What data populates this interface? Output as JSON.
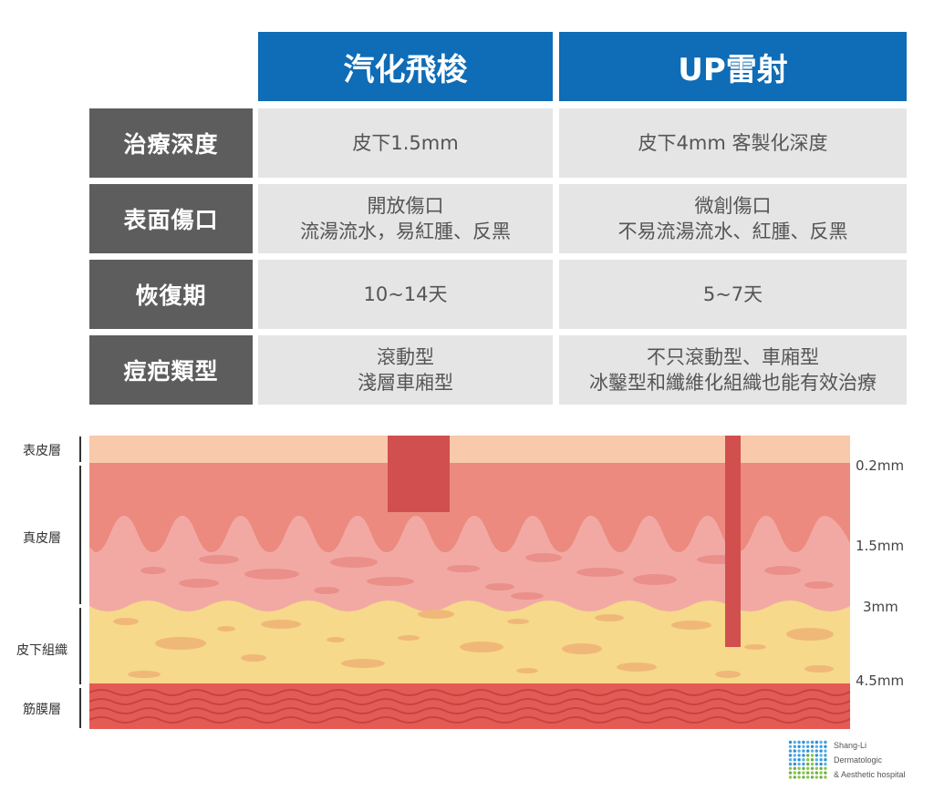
{
  "table": {
    "headers": [
      "汽化飛梭",
      "UP雷射"
    ],
    "rows": [
      {
        "label": "治療深度",
        "col1": [
          "皮下1.5mm"
        ],
        "col2": [
          "皮下4mm 客製化深度"
        ]
      },
      {
        "label": "表面傷口",
        "col1": [
          "開放傷口",
          "流湯流水，易紅腫、反黑"
        ],
        "col2": [
          "微創傷口",
          "不易流湯流水、紅腫、反黑"
        ]
      },
      {
        "label": "恢復期",
        "col1": [
          "10~14天"
        ],
        "col2": [
          "5~7天"
        ]
      },
      {
        "label": "痘疤類型",
        "col1": [
          "滾動型",
          "淺層車廂型"
        ],
        "col2": [
          "不只滾動型、車廂型",
          "冰鑿型和纖維化組織也能有效治療"
        ]
      }
    ]
  },
  "diagram": {
    "layers": [
      "表皮層",
      "真皮層",
      "皮下組織",
      "筋膜層"
    ],
    "depth_marks": [
      "0.2mm",
      "1.5mm",
      "3mm",
      "4.5mm"
    ],
    "colors": {
      "epidermis": "#f8c9aa",
      "dermis_top": "#ec8a7f",
      "dermis_bottom": "#f2a9a4",
      "subcutaneous": "#f6d98a",
      "fascia": "#e45b55",
      "treatment_mark": "#d14f4f",
      "header_blue": "#0f6cb6",
      "label_gray": "#5d5d5d"
    }
  },
  "logo": {
    "lines": [
      "Shang-Li",
      "Dermatologic",
      "& Aesthetic hospital"
    ]
  }
}
